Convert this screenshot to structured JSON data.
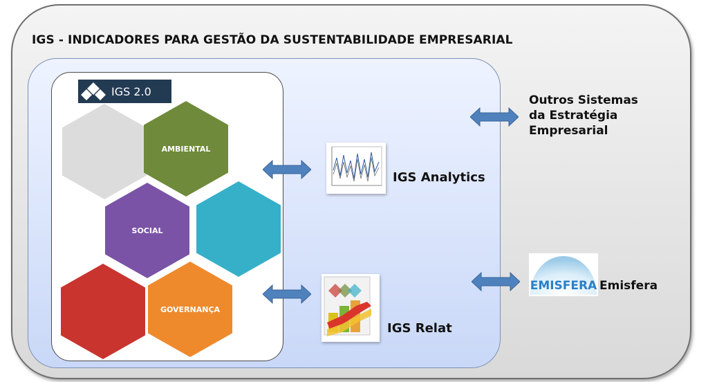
{
  "title": "IGS - INDICADORES PARA GESTÃO DA SUSTENTABILIDADE EMPRESARIAL",
  "igs_badge": "IGS 2.0",
  "hexagons": {
    "ambiental": "AMBIENTAL",
    "social": "SOCIAL",
    "governanca": "GOVERNANÇA"
  },
  "labels": {
    "igs_analytics": "IGS Analytics",
    "igs_relat": "IGS Relat",
    "emisfera": "Emisfera",
    "emisfera_logo": "EMISFERA",
    "outros": [
      "Outros Sistemas",
      "da Estratégia",
      "Empresarial"
    ]
  },
  "colors": {
    "ambiental": "#6f8a3b",
    "social": "#7a53a6",
    "teal": "#36b0c9",
    "red": "#c9342f",
    "governanca": "#ee8a2c",
    "gray": "#dcdcdc",
    "arrow": "#4f81bd",
    "badge": "#233a53"
  },
  "icons": {
    "igs_logo": "diamond-logo-icon",
    "arrow": "double-arrow-icon",
    "analytics": "line-chart-icon",
    "relat": "bar-chart-icon"
  }
}
